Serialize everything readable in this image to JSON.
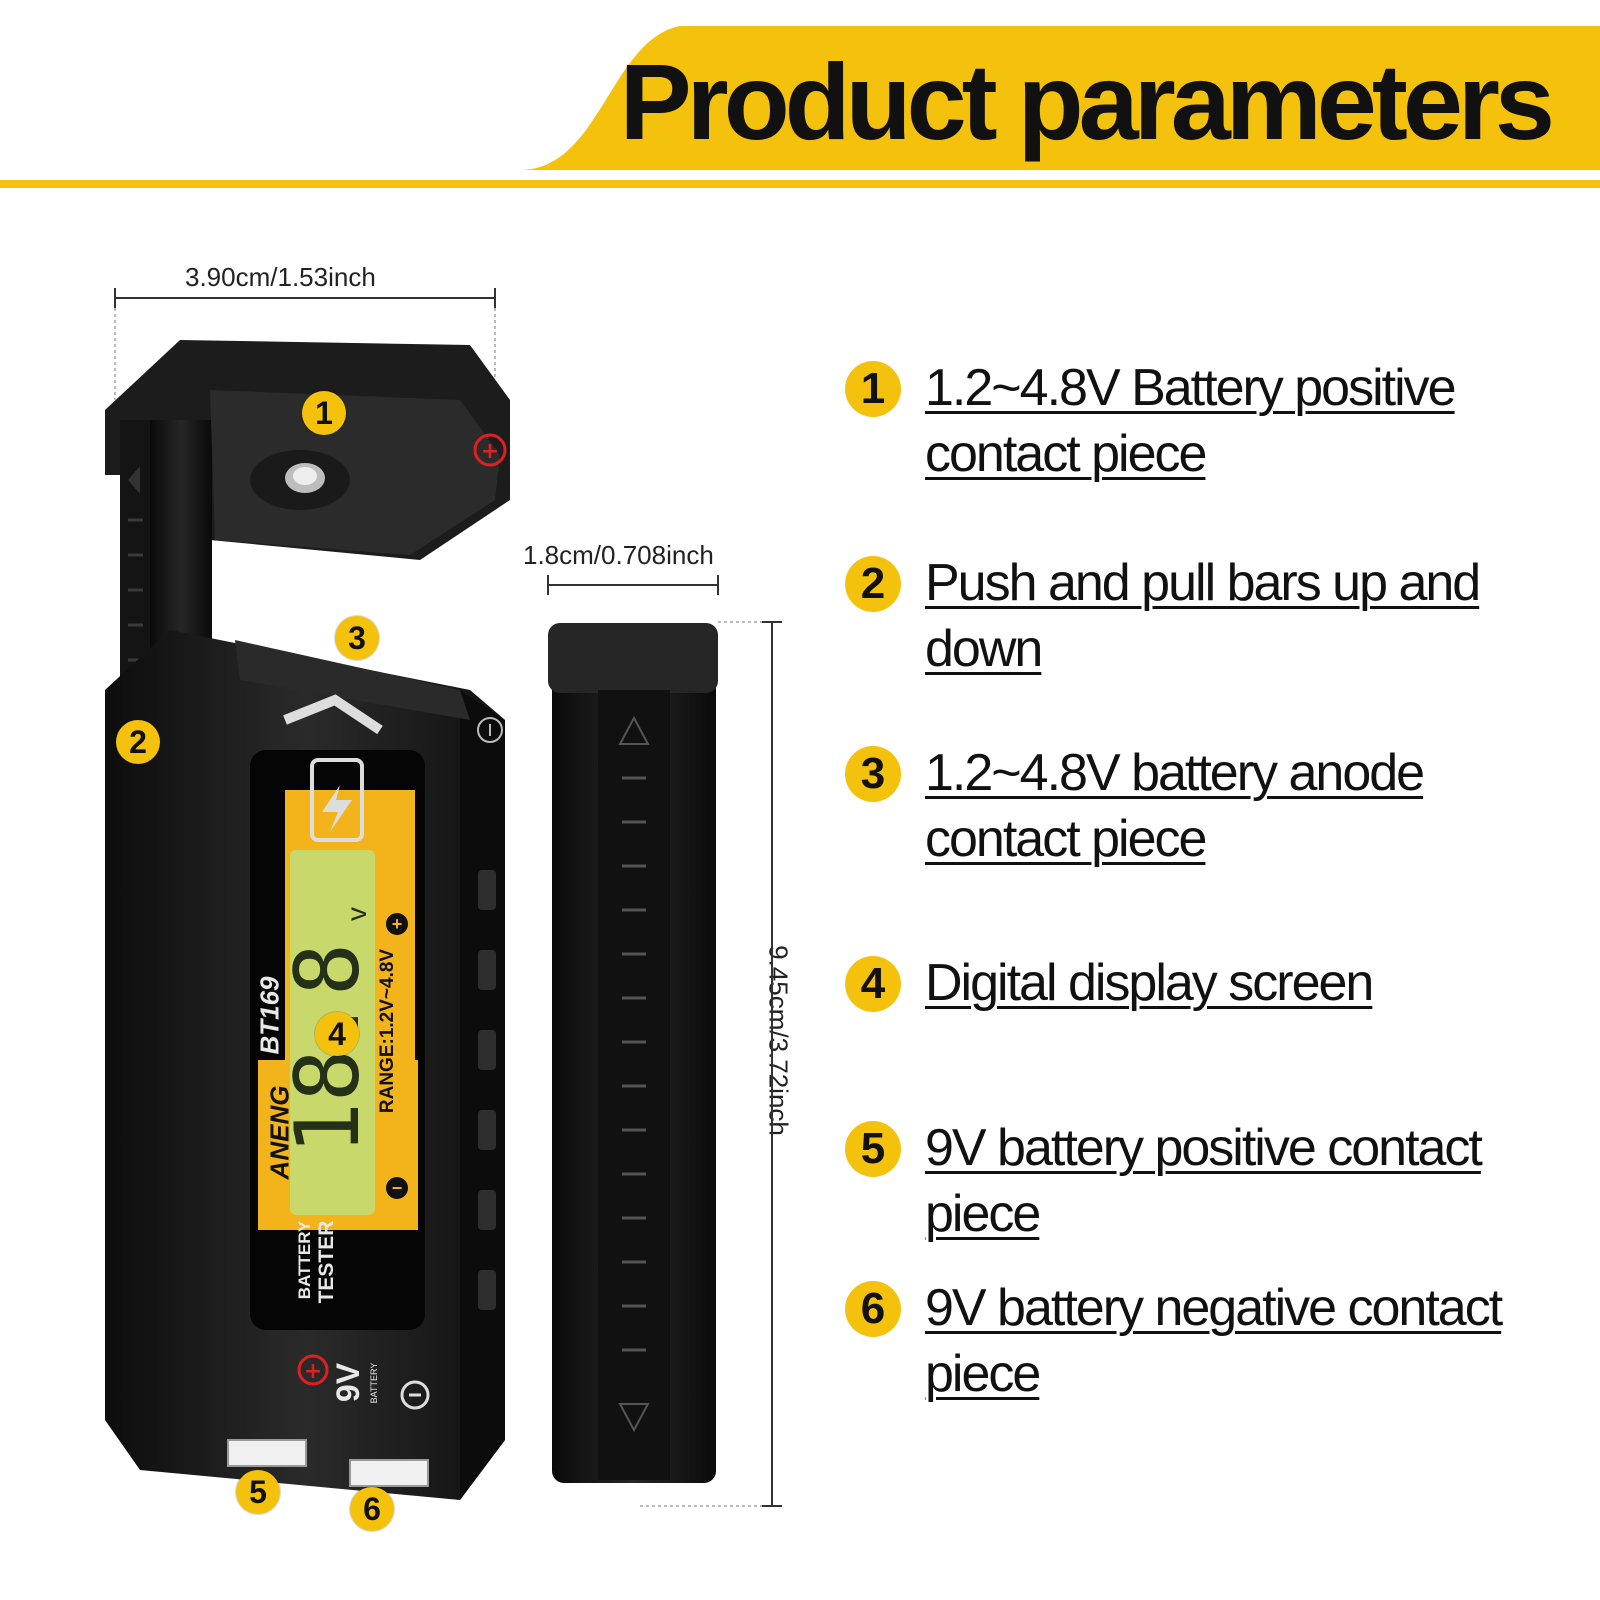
{
  "title": "Product parameters",
  "colors": {
    "accent": "#f4c20d",
    "device": "#1a1a1a",
    "lcd": "#c8d86a",
    "label": "#f2b31b",
    "mark": "#e02020"
  },
  "dimensions": {
    "width": "3.90cm/1.53inch",
    "depth": "1.8cm/0.708inch",
    "height": "9.45cm/3.72inch"
  },
  "device": {
    "brand": "ANENG",
    "model": "BT169",
    "lcd_digits": "18.8",
    "lcd_unit": "v",
    "range": "RANGE:1.2V~4.8V",
    "tester_line1": "BATTERY",
    "tester_line2": "TESTER",
    "nine_v": "9V",
    "battery_small": "BATTERY",
    "plus": "+",
    "minus": "−"
  },
  "markers": [
    "1",
    "2",
    "3",
    "4",
    "5",
    "6"
  ],
  "legend": [
    {
      "number": "1",
      "text": "1.2~4.8V Battery positive contact piece"
    },
    {
      "number": "2",
      "text": "Push and pull bars up and down"
    },
    {
      "number": "3",
      "text": "1.2~4.8V battery anode contact piece"
    },
    {
      "number": "4",
      "text": "Digital display screen"
    },
    {
      "number": "5",
      "text": "9V battery positive contact piece"
    },
    {
      "number": "6",
      "text": "9V battery negative contact piece"
    }
  ]
}
